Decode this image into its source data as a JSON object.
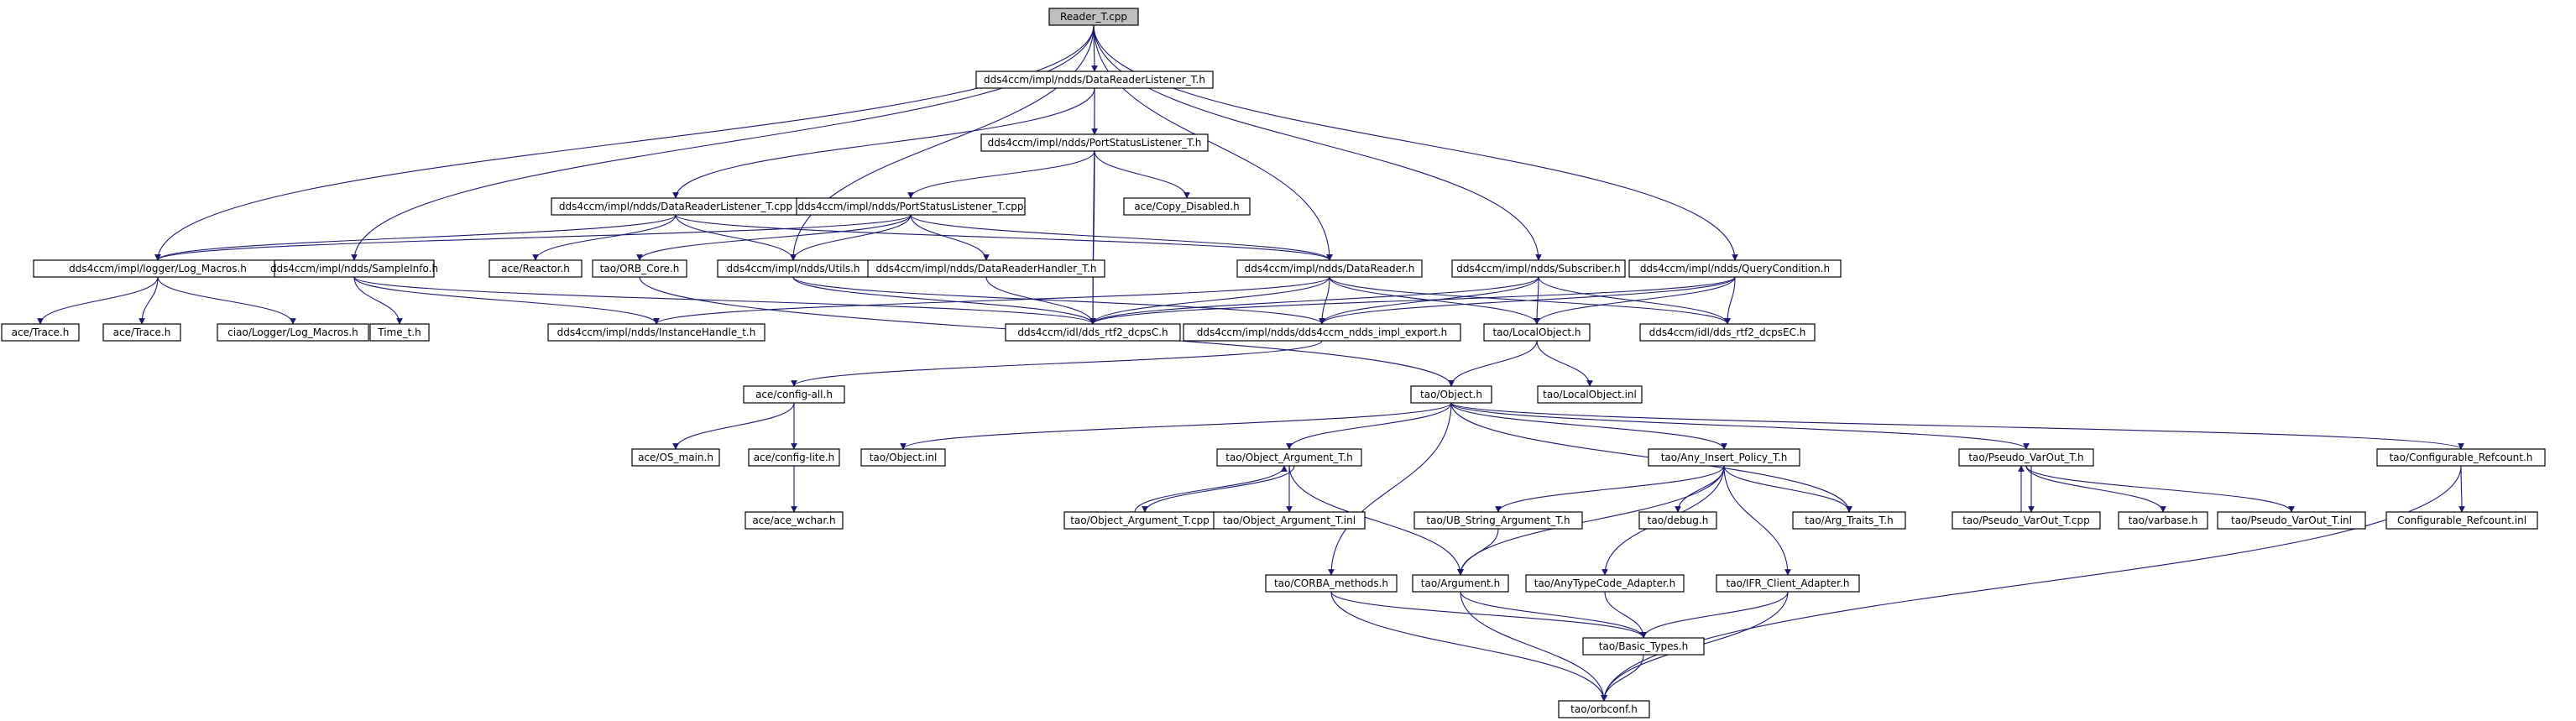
{
  "graph": {
    "type": "include-dependency-graph",
    "colors": {
      "edge": "#191970",
      "root_fill": "#bfbfbf",
      "missing_border": "#bfbfbf",
      "truncated_border": "#ff0000"
    },
    "nodes": [
      {
        "id": "root",
        "label": "Reader_T.cpp",
        "style": "root"
      },
      {
        "id": "drl_h",
        "label": "dds4ccm/impl/ndds/DataReaderListener_T.h",
        "style": "normal"
      },
      {
        "id": "psl_h",
        "label": "dds4ccm/impl/ndds/PortStatusListener_T.h",
        "style": "normal"
      },
      {
        "id": "drl_cpp",
        "label": "dds4ccm/impl/ndds/DataReaderListener_T.cpp",
        "style": "normal"
      },
      {
        "id": "psl_cpp",
        "label": "dds4ccm/impl/ndds/PortStatusListener_T.cpp",
        "style": "normal"
      },
      {
        "id": "copy_dis",
        "label": "ace/Copy_Disabled.h",
        "style": "normal"
      },
      {
        "id": "log_macros",
        "label": "dds4ccm/impl/logger/Log_Macros.h",
        "style": "normal"
      },
      {
        "id": "sampleinfo",
        "label": "dds4ccm/impl/ndds/SampleInfo.h",
        "style": "normal"
      },
      {
        "id": "reactor",
        "label": "ace/Reactor.h",
        "style": "missing"
      },
      {
        "id": "orb_core",
        "label": "tao/ORB_Core.h",
        "style": "truncated"
      },
      {
        "id": "utils",
        "label": "dds4ccm/impl/ndds/Utils.h",
        "style": "normal"
      },
      {
        "id": "drh",
        "label": "dds4ccm/impl/ndds/DataReaderHandler_T.h",
        "style": "truncated"
      },
      {
        "id": "datareader",
        "label": "dds4ccm/impl/ndds/DataReader.h",
        "style": "normal"
      },
      {
        "id": "subscriber",
        "label": "dds4ccm/impl/ndds/Subscriber.h",
        "style": "normal"
      },
      {
        "id": "querycond",
        "label": "dds4ccm/impl/ndds/QueryCondition.h",
        "style": "normal"
      },
      {
        "id": "ace_trace_g",
        "label": "ace/Trace.h",
        "style": "missing"
      },
      {
        "id": "ace_trace",
        "label": "ace/Trace.h",
        "style": "normal"
      },
      {
        "id": "ciao_logmac",
        "label": "ciao/Logger/Log_Macros.h",
        "style": "missing"
      },
      {
        "id": "time_t",
        "label": "Time_t.h",
        "style": "normal"
      },
      {
        "id": "ihandle",
        "label": "dds4ccm/impl/ndds/InstanceHandle_t.h",
        "style": "normal"
      },
      {
        "id": "dcpsc",
        "label": "dds4ccm/idl/dds_rtf2_dcpsC.h",
        "style": "normal"
      },
      {
        "id": "impl_export",
        "label": "dds4ccm/impl/ndds/dds4ccm_ndds_impl_export.h",
        "style": "normal"
      },
      {
        "id": "localobj_h",
        "label": "tao/LocalObject.h",
        "style": "normal"
      },
      {
        "id": "dcpsec",
        "label": "dds4ccm/idl/dds_rtf2_dcpsEC.h",
        "style": "missing"
      },
      {
        "id": "config_all",
        "label": "ace/config-all.h",
        "style": "normal"
      },
      {
        "id": "tao_object",
        "label": "tao/Object.h",
        "style": "normal"
      },
      {
        "id": "localobj_inl",
        "label": "tao/LocalObject.inl",
        "style": "normal"
      },
      {
        "id": "os_main",
        "label": "ace/OS_main.h",
        "style": "normal"
      },
      {
        "id": "config_lite",
        "label": "ace/config-lite.h",
        "style": "normal"
      },
      {
        "id": "ace_wchar",
        "label": "ace/ace_wchar.h",
        "style": "truncated"
      },
      {
        "id": "object_inl",
        "label": "tao/Object.inl",
        "style": "normal"
      },
      {
        "id": "oarg_h",
        "label": "tao/Object_Argument_T.h",
        "style": "normal"
      },
      {
        "id": "oarg_cpp",
        "label": "tao/Object_Argument_T.cpp",
        "style": "normal"
      },
      {
        "id": "oarg_inl",
        "label": "tao/Object_Argument_T.inl",
        "style": "normal"
      },
      {
        "id": "aip",
        "label": "tao/Any_Insert_Policy_T.h",
        "style": "normal"
      },
      {
        "id": "ubs",
        "label": "tao/UB_String_Argument_T.h",
        "style": "truncated"
      },
      {
        "id": "debug",
        "label": "tao/debug.h",
        "style": "normal"
      },
      {
        "id": "arg_traits",
        "label": "tao/Arg_Traits_T.h",
        "style": "normal"
      },
      {
        "id": "pvo_h",
        "label": "tao/Pseudo_VarOut_T.h",
        "style": "normal"
      },
      {
        "id": "pvo_cpp",
        "label": "tao/Pseudo_VarOut_T.cpp",
        "style": "normal"
      },
      {
        "id": "varbase",
        "label": "tao/varbase.h",
        "style": "normal"
      },
      {
        "id": "pvo_inl",
        "label": "tao/Pseudo_VarOut_T.inl",
        "style": "normal"
      },
      {
        "id": "cref_h",
        "label": "tao/Configurable_Refcount.h",
        "style": "normal"
      },
      {
        "id": "cref_inl",
        "label": "Configurable_Refcount.inl",
        "style": "normal"
      },
      {
        "id": "corba_m",
        "label": "tao/CORBA_methods.h",
        "style": "normal"
      },
      {
        "id": "argument",
        "label": "tao/Argument.h",
        "style": "normal"
      },
      {
        "id": "anytc",
        "label": "tao/AnyTypeCode_Adapter.h",
        "style": "normal"
      },
      {
        "id": "ifr",
        "label": "tao/IFR_Client_Adapter.h",
        "style": "normal"
      },
      {
        "id": "basic_types",
        "label": "tao/Basic_Types.h",
        "style": "normal"
      },
      {
        "id": "orbconf",
        "label": "tao/orbconf.h",
        "style": "normal"
      }
    ],
    "edges": [
      [
        "root",
        "drl_h"
      ],
      [
        "root",
        "log_macros"
      ],
      [
        "root",
        "sampleinfo"
      ],
      [
        "root",
        "utils"
      ],
      [
        "root",
        "datareader"
      ],
      [
        "root",
        "subscriber"
      ],
      [
        "root",
        "querycond"
      ],
      [
        "drl_h",
        "psl_h"
      ],
      [
        "drl_h",
        "drl_cpp"
      ],
      [
        "drl_h",
        "dcpsc"
      ],
      [
        "psl_h",
        "psl_cpp"
      ],
      [
        "psl_h",
        "copy_dis"
      ],
      [
        "psl_h",
        "dcpsc"
      ],
      [
        "drl_cpp",
        "log_macros"
      ],
      [
        "drl_cpp",
        "reactor"
      ],
      [
        "drl_cpp",
        "utils"
      ],
      [
        "drl_cpp",
        "datareader"
      ],
      [
        "psl_cpp",
        "log_macros"
      ],
      [
        "psl_cpp",
        "orb_core"
      ],
      [
        "psl_cpp",
        "utils"
      ],
      [
        "psl_cpp",
        "drh"
      ],
      [
        "psl_cpp",
        "datareader"
      ],
      [
        "log_macros",
        "ace_trace_g"
      ],
      [
        "log_macros",
        "ace_trace"
      ],
      [
        "log_macros",
        "ciao_logmac"
      ],
      [
        "sampleinfo",
        "time_t"
      ],
      [
        "sampleinfo",
        "ihandle"
      ],
      [
        "sampleinfo",
        "dcpsc"
      ],
      [
        "orb_core",
        "tao_object"
      ],
      [
        "utils",
        "dcpsc"
      ],
      [
        "utils",
        "impl_export"
      ],
      [
        "drh",
        "dcpsc"
      ],
      [
        "datareader",
        "ihandle"
      ],
      [
        "datareader",
        "dcpsc"
      ],
      [
        "datareader",
        "impl_export"
      ],
      [
        "datareader",
        "localobj_h"
      ],
      [
        "datareader",
        "dcpsec"
      ],
      [
        "subscriber",
        "dcpsc"
      ],
      [
        "subscriber",
        "impl_export"
      ],
      [
        "subscriber",
        "localobj_h"
      ],
      [
        "subscriber",
        "dcpsec"
      ],
      [
        "querycond",
        "dcpsc"
      ],
      [
        "querycond",
        "impl_export"
      ],
      [
        "querycond",
        "localobj_h"
      ],
      [
        "querycond",
        "dcpsec"
      ],
      [
        "impl_export",
        "config_all"
      ],
      [
        "localobj_h",
        "tao_object"
      ],
      [
        "localobj_h",
        "localobj_inl"
      ],
      [
        "config_all",
        "os_main"
      ],
      [
        "config_all",
        "config_lite"
      ],
      [
        "config_lite",
        "ace_wchar"
      ],
      [
        "tao_object",
        "object_inl"
      ],
      [
        "tao_object",
        "oarg_h"
      ],
      [
        "tao_object",
        "aip"
      ],
      [
        "tao_object",
        "arg_traits"
      ],
      [
        "tao_object",
        "pvo_h"
      ],
      [
        "tao_object",
        "cref_h"
      ],
      [
        "tao_object",
        "corba_m"
      ],
      [
        "oarg_h",
        "oarg_cpp"
      ],
      [
        "oarg_cpp",
        "oarg_h"
      ],
      [
        "oarg_h",
        "oarg_inl"
      ],
      [
        "oarg_h",
        "argument"
      ],
      [
        "aip",
        "ubs"
      ],
      [
        "aip",
        "debug"
      ],
      [
        "aip",
        "arg_traits"
      ],
      [
        "aip",
        "argument"
      ],
      [
        "aip",
        "anytc"
      ],
      [
        "aip",
        "ifr"
      ],
      [
        "ubs",
        "argument"
      ],
      [
        "pvo_h",
        "pvo_cpp"
      ],
      [
        "pvo_cpp",
        "pvo_h"
      ],
      [
        "pvo_h",
        "varbase"
      ],
      [
        "pvo_h",
        "pvo_inl"
      ],
      [
        "cref_h",
        "cref_inl"
      ],
      [
        "cref_h",
        "orbconf"
      ],
      [
        "corba_m",
        "basic_types"
      ],
      [
        "corba_m",
        "orbconf"
      ],
      [
        "argument",
        "basic_types"
      ],
      [
        "argument",
        "orbconf"
      ],
      [
        "anytc",
        "basic_types"
      ],
      [
        "ifr",
        "basic_types"
      ],
      [
        "ifr",
        "orbconf"
      ],
      [
        "basic_types",
        "orbconf"
      ]
    ]
  }
}
